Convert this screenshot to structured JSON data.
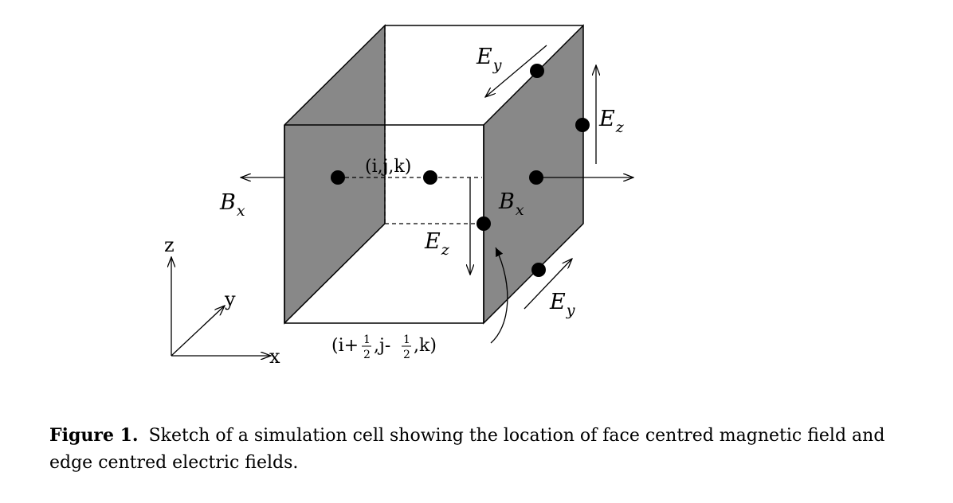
{
  "diagram": {
    "labels": {
      "ey_top": {
        "main": "E",
        "sub": "y"
      },
      "ez_right": {
        "main": "E",
        "sub": "z"
      },
      "bx_left": {
        "main": "B",
        "sub": "x"
      },
      "bx_right": {
        "main": "B",
        "sub": "x"
      },
      "ez_inner": {
        "main": "E",
        "sub": "z"
      },
      "ey_bottom": {
        "main": "E",
        "sub": "y"
      },
      "center_index": "(i,j,k)",
      "edge_index": {
        "prefix": "(i+",
        "frac1": "1",
        "frac1_den": "2",
        "mid": ",j-",
        "frac2": "1",
        "frac2_den": "2",
        "suffix": ",k)"
      },
      "axis_x": "x",
      "axis_y": "y",
      "axis_z": "z"
    },
    "colors": {
      "face": "#888888",
      "stroke": "#000000"
    }
  },
  "caption": {
    "figure_label": "Figure 1.",
    "text": "Sketch of a simulation cell showing the location of face centred magnetic field and edge centred electric fields."
  }
}
